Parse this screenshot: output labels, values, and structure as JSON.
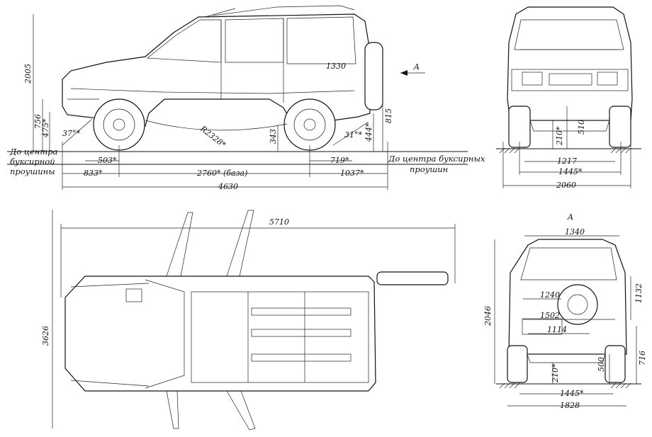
{
  "side_view": {
    "height_total": "2005",
    "rear_upper_len": "1330",
    "view_arrow": "A",
    "front_height": "756",
    "front_height2": "475*",
    "approach_angle": "37°*",
    "radius": "R2328*",
    "clearance_mid": "343",
    "departure_angle": "31°*",
    "rear_h1": "444*",
    "rear_h2": "815",
    "front_axle_offset": "503*",
    "rear_axle_offset": "719*",
    "front_overhang": "833*",
    "wheelbase": "2760* (база)",
    "rear_overhang": "1037*",
    "length_total": "4630",
    "front_tow_note": [
      "До центра",
      "буксирной",
      "проушины"
    ],
    "rear_tow_note": [
      "До центра буксирных",
      "проушин"
    ]
  },
  "front_view": {
    "ground_clearance": "210*",
    "axle_height": "510",
    "track_inner": "1217",
    "track": "1445*",
    "width_total": "2060"
  },
  "top_view": {
    "length_doors_open": "5710",
    "width_doors_open": "3626"
  },
  "rear_view": {
    "view_label": "A",
    "roof_width": "1340",
    "height_total": "2046",
    "opening_width": "1240",
    "opening_height": "1132",
    "inner_width": "1502",
    "floor_width": "1114",
    "ground_clearance": "210*",
    "axle_height": "500",
    "floor_height": "716",
    "track": "1445*",
    "body_width": "1828"
  }
}
